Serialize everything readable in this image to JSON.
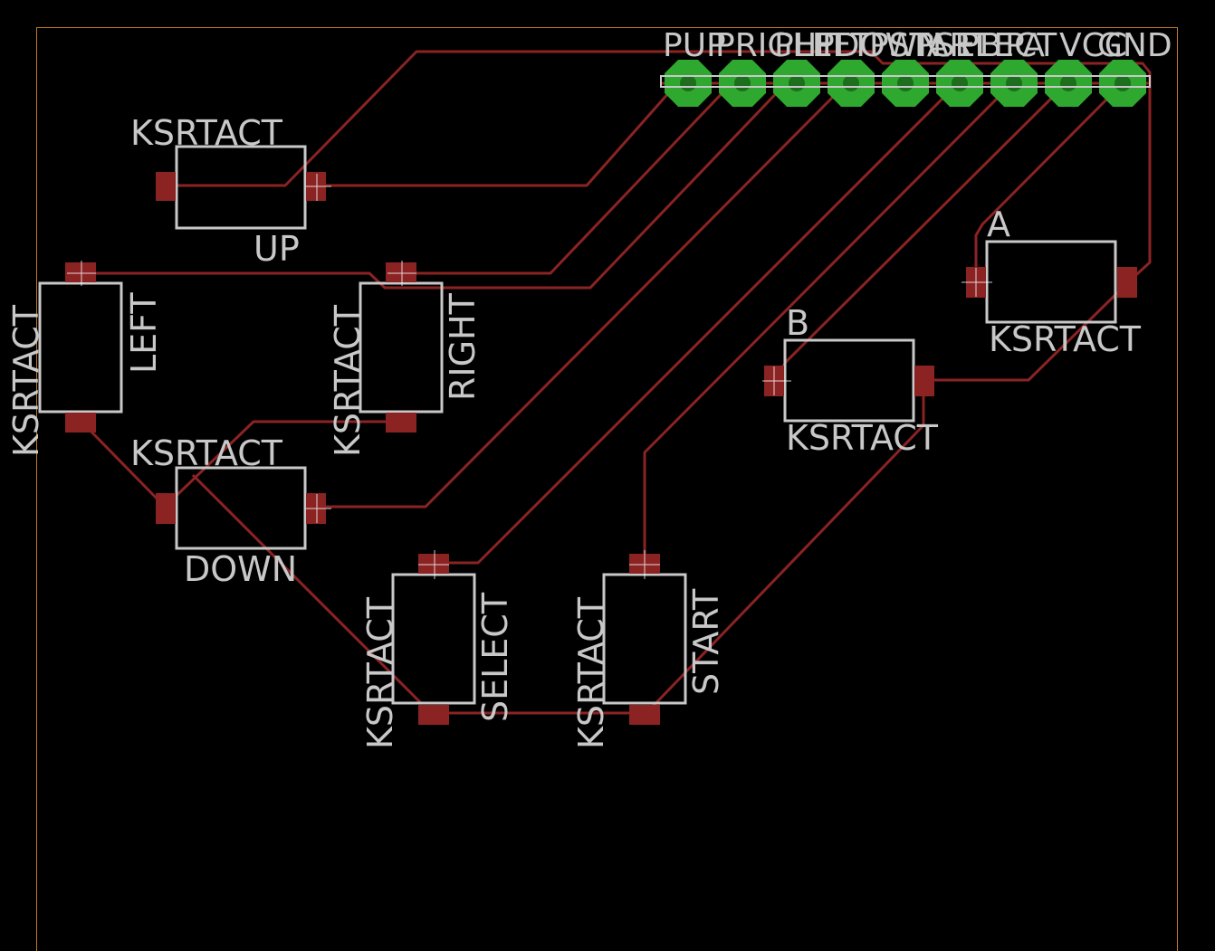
{
  "colors": {
    "background": "#000000",
    "outline": "#c0782a",
    "trace": "#8b2323",
    "pad": "#8b2323",
    "silk": "#c8c8c8",
    "header_pad": "#2fa82f"
  },
  "header": {
    "labels": [
      "PUP",
      "PRIGHT",
      "PLEFT",
      "PDOWN",
      "PSTART",
      "PSELECT",
      "PB",
      "PA",
      "VCC",
      "GND"
    ]
  },
  "switches": {
    "up": {
      "name": "KSRTACT",
      "value": "UP"
    },
    "left": {
      "name": "KSRTACT",
      "value": "LEFT"
    },
    "right": {
      "name": "KSRTACT",
      "value": "RIGHT"
    },
    "down": {
      "name": "KSRTACT",
      "value": "DOWN"
    },
    "select": {
      "name": "KSRTACT",
      "value": "SELECT"
    },
    "start": {
      "name": "KSRTACT",
      "value": "START"
    },
    "b": {
      "name": "KSRTACT",
      "value": "B"
    },
    "a": {
      "name": "KSRTACT",
      "value": "A"
    }
  }
}
